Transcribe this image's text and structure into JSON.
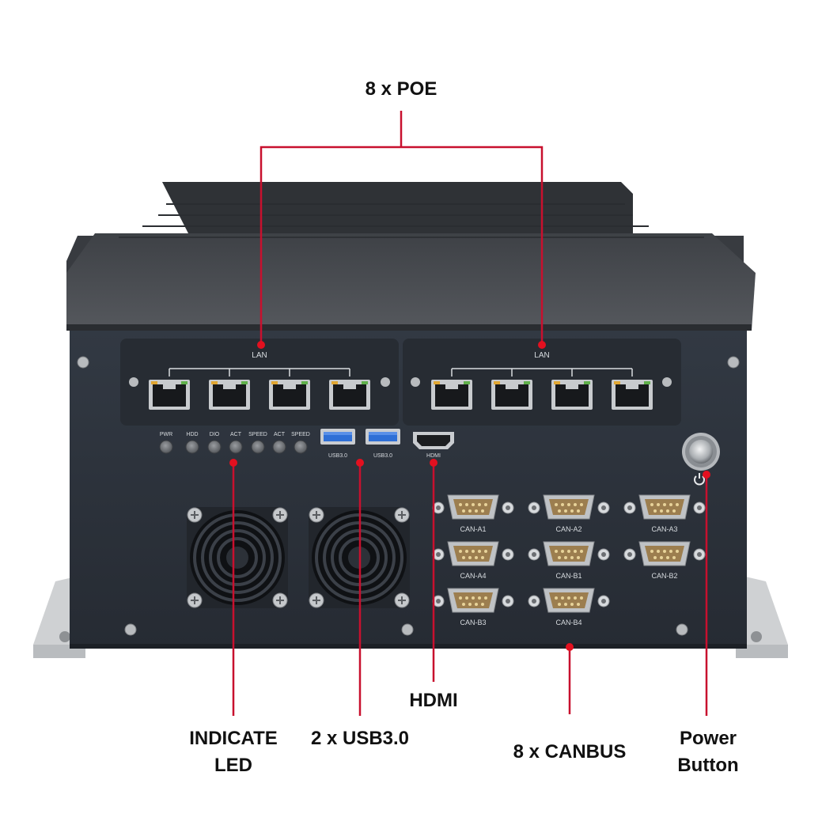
{
  "callouts": {
    "poe": "8 x POE",
    "indicate_led": [
      "INDICATE",
      "LED"
    ],
    "usb": "2 x USB3.0",
    "hdmi": "HDMI",
    "canbus": "8 x CANBUS",
    "power_button": [
      "Power",
      "Button"
    ]
  },
  "panel_labels": {
    "lan_left": "LAN",
    "lan_right": "LAN",
    "leds": [
      "PWR",
      "HDD",
      "DIO",
      "ACT",
      "SPEED",
      "ACT",
      "SPEED"
    ],
    "usb_left": "USB3.0",
    "usb_right": "USB3.0",
    "hdmi_port": "HDMI",
    "can_ports": [
      "CAN-A1",
      "CAN-A2",
      "CAN-A3",
      "CAN-A4",
      "CAN-B1",
      "CAN-B2",
      "CAN-B3",
      "CAN-B4"
    ]
  },
  "colors": {
    "callout_line": "#c8102e",
    "chassis_top": "#4a4d52",
    "front_panel": "#2c323b",
    "lan_module": "#272c33",
    "bracket": "#cfd1d3",
    "label_text": "#d8dce0"
  }
}
